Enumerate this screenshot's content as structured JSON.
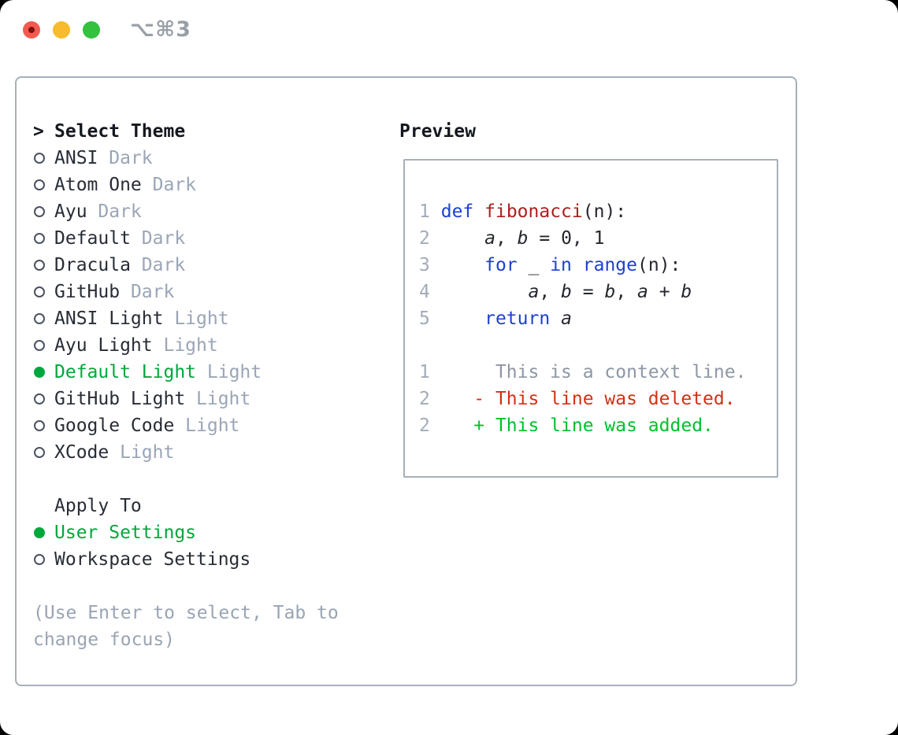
{
  "window": {
    "title": "⌥⌘3",
    "buttons": [
      "close",
      "minimize",
      "zoom"
    ]
  },
  "theme_menu": {
    "prompt": ">",
    "title": "Select Theme",
    "themes": [
      {
        "name": "ANSI",
        "variant": "Dark",
        "selected": false
      },
      {
        "name": "Atom One",
        "variant": "Dark",
        "selected": false
      },
      {
        "name": "Ayu",
        "variant": "Dark",
        "selected": false
      },
      {
        "name": "Default",
        "variant": "Dark",
        "selected": false
      },
      {
        "name": "Dracula",
        "variant": "Dark",
        "selected": false
      },
      {
        "name": "GitHub",
        "variant": "Dark",
        "selected": false
      },
      {
        "name": "ANSI Light",
        "variant": "Light",
        "selected": false
      },
      {
        "name": "Ayu Light",
        "variant": "Light",
        "selected": false
      },
      {
        "name": "Default Light",
        "variant": "Light",
        "selected": true
      },
      {
        "name": "GitHub Light",
        "variant": "Light",
        "selected": false
      },
      {
        "name": "Google Code",
        "variant": "Light",
        "selected": false
      },
      {
        "name": "XCode",
        "variant": "Light",
        "selected": false
      }
    ],
    "apply_to": {
      "title": "Apply To",
      "options": [
        {
          "name": "User Settings",
          "selected": true
        },
        {
          "name": "Workspace Settings",
          "selected": false
        }
      ]
    },
    "help_lines": [
      "(Use Enter to select, Tab to",
      "change focus)"
    ]
  },
  "preview": {
    "title": "Preview",
    "code_lines": [
      {
        "no": "1",
        "segments": [
          [
            " ",
            ""
          ],
          [
            "def",
            "kw"
          ],
          [
            " ",
            ""
          ],
          [
            "fibonacci",
            "fn"
          ],
          [
            "(n):",
            ""
          ]
        ]
      },
      {
        "no": "2",
        "segments": [
          [
            "     ",
            ""
          ],
          [
            "a",
            "var"
          ],
          [
            ", ",
            ""
          ],
          [
            "b",
            "var"
          ],
          [
            " = 0, 1",
            ""
          ]
        ]
      },
      {
        "no": "3",
        "segments": [
          [
            "     ",
            ""
          ],
          [
            "for",
            "kw"
          ],
          [
            " _ ",
            ""
          ],
          [
            "in",
            "kw"
          ],
          [
            " ",
            ""
          ],
          [
            "range",
            "kw"
          ],
          [
            "(n):",
            ""
          ]
        ]
      },
      {
        "no": "4",
        "segments": [
          [
            "         ",
            ""
          ],
          [
            "a",
            "var"
          ],
          [
            ", ",
            ""
          ],
          [
            "b",
            "var"
          ],
          [
            " = ",
            ""
          ],
          [
            "b",
            "var"
          ],
          [
            ", ",
            ""
          ],
          [
            "a",
            "var"
          ],
          [
            " + ",
            ""
          ],
          [
            "b",
            "var"
          ]
        ]
      },
      {
        "no": "5",
        "segments": [
          [
            "     ",
            ""
          ],
          [
            "return",
            "kw"
          ],
          [
            " ",
            ""
          ],
          [
            "a",
            "var"
          ]
        ]
      }
    ],
    "diff_lines": [
      {
        "no": "1",
        "segments": [
          [
            "      This is a context line.",
            "ctx"
          ]
        ]
      },
      {
        "no": "2",
        "segments": [
          [
            "    - This line was deleted.",
            "del"
          ]
        ]
      },
      {
        "no": "2",
        "segments": [
          [
            "    + This line was added.",
            "add"
          ]
        ]
      }
    ]
  },
  "colors": {
    "selection_green": "#00a73c",
    "diff_added_green": "#00c12a",
    "diff_deleted_red": "#d13114",
    "keyword_blue": "#1e40d2",
    "function_red": "#ad1f1f",
    "muted_gray": "#9aa5b6",
    "border_gray": "#a7b0ba",
    "traffic_red": "#f4594f",
    "traffic_yellow": "#f8bb2d",
    "traffic_green": "#33c13e"
  }
}
